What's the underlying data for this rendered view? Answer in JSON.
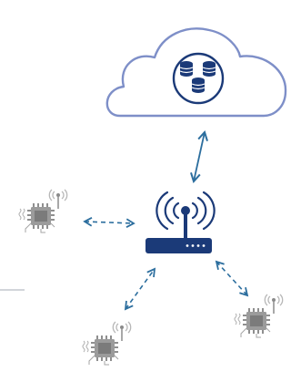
{
  "diagram": {
    "nodes": [
      {
        "id": "cloud",
        "icon": "cloud-database-icon"
      },
      {
        "id": "gateway",
        "icon": "wireless-router-icon"
      },
      {
        "id": "device-left",
        "icon": "wireless-chip-icon"
      },
      {
        "id": "device-bottom-left",
        "icon": "wireless-chip-icon"
      },
      {
        "id": "device-bottom-right",
        "icon": "wireless-chip-icon"
      }
    ],
    "links": [
      {
        "from": "cloud",
        "to": "gateway",
        "style": "solid",
        "direction": "both"
      },
      {
        "from": "device-left",
        "to": "gateway",
        "style": "dashed",
        "direction": "both"
      },
      {
        "from": "device-bottom-left",
        "to": "gateway",
        "style": "dashed",
        "direction": "both"
      },
      {
        "from": "device-bottom-right",
        "to": "gateway",
        "style": "dashed",
        "direction": "both"
      }
    ],
    "colors": {
      "cloud_stroke": "#7e8fc8",
      "navy": "#1b3a78",
      "arrow": "#2c6e9e",
      "chip": "#9b9b9b",
      "chip_dark": "#707070",
      "signal": "#b7b7b7",
      "divider": "#b8bcc4"
    }
  }
}
